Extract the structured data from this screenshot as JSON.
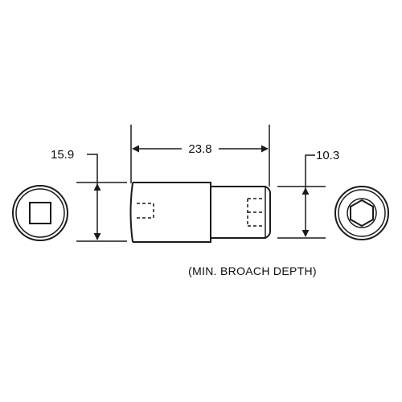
{
  "drawing": {
    "dimensions": {
      "large_end_diameter": "15.9",
      "overall_length": "23.8",
      "small_end_diameter": "10.3"
    },
    "note": "(MIN. BROACH DEPTH)"
  },
  "colors": {
    "line": "#1a1a1a",
    "background": "#ffffff"
  }
}
